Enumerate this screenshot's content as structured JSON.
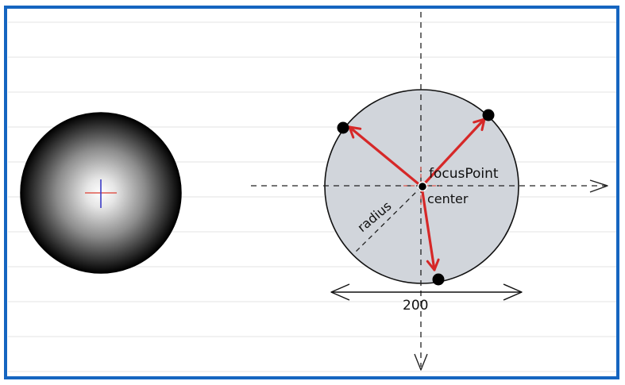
{
  "labels": {
    "focus_point": "focusPoint",
    "center": "center",
    "radius": "radius",
    "width_value": "200"
  },
  "colors": {
    "frame": "#1565c0",
    "ruled_line": "#e3e3e3",
    "circle_fill": "#d1d5db",
    "arrow": "#d62828",
    "guide": "#222222",
    "crosshair_horizontal": "#e05a50",
    "crosshair_vertical": "#3b3bc7"
  },
  "icons": {
    "arrowhead": "open-chevron-arrowhead",
    "crosshair": "plus-crosshair"
  }
}
